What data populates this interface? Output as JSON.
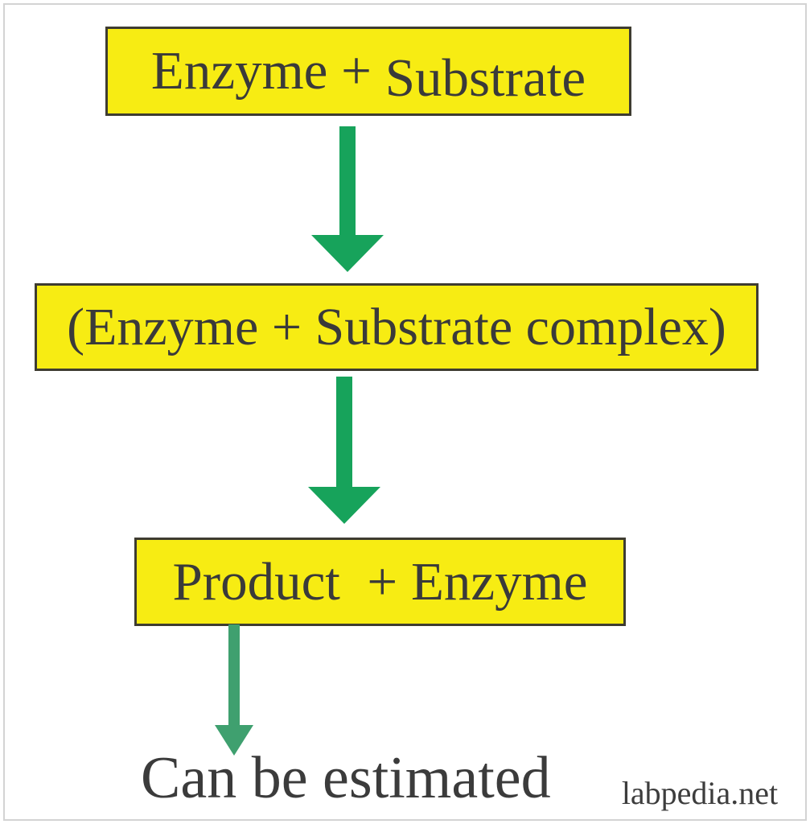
{
  "page": {
    "background_color": "#ffffff",
    "frame_color": "#d3d3d3"
  },
  "diagram": {
    "box_fill_color": "#f7ec13",
    "box_border_color": "#3e3c31",
    "text_color": "#3a3a3a",
    "arrow_color": "#17a35b",
    "thin_arrow_color": "#3fa06f",
    "nodes": [
      {
        "label": "Enzyme + Substrate",
        "label_part1": "Enzyme + ",
        "label_part2": "Substrate"
      },
      {
        "label": "(Enzyme + Substrate complex)"
      },
      {
        "label": "Product  + Enzyme"
      }
    ],
    "result_text": "Can be estimated"
  },
  "watermark": {
    "text": "labpedia.net"
  }
}
